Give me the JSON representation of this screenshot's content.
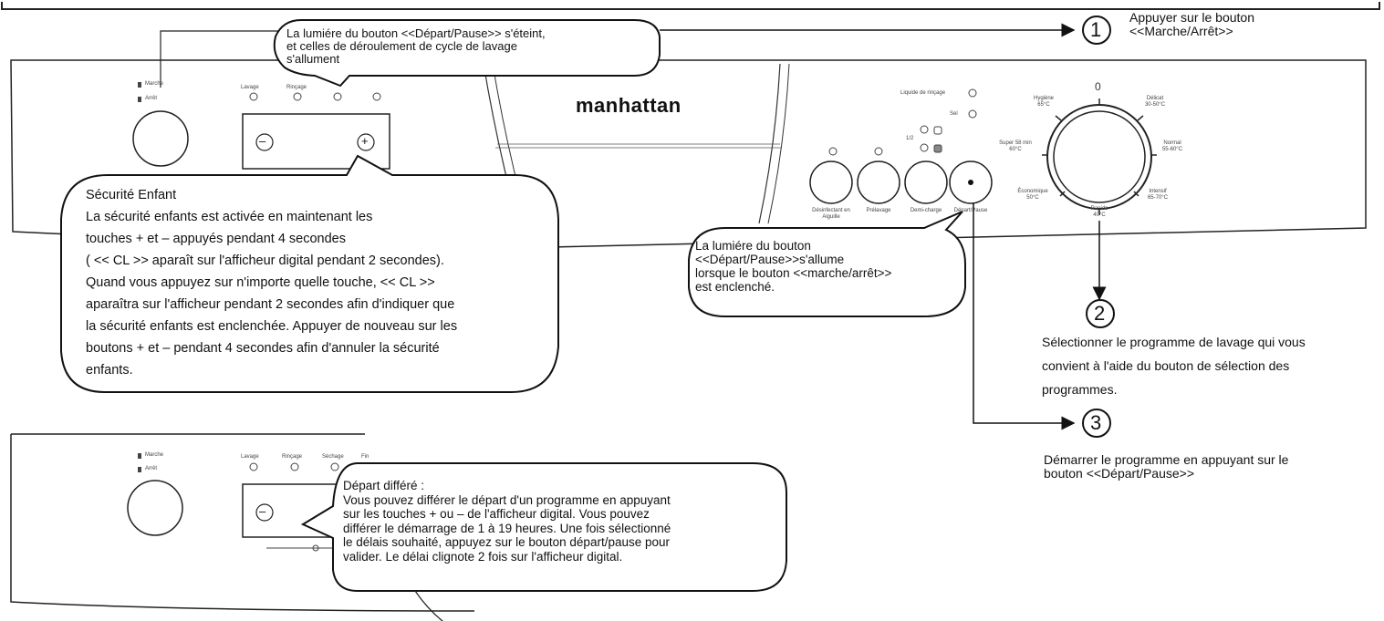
{
  "brand": "manhattan",
  "panel_top": {
    "power_on": "Marche",
    "power_off": "Arrêt",
    "lights": [
      "Lavage",
      "Rinçage",
      "",
      ""
    ],
    "rinse_aid": "Liquide de rinçage",
    "salt": "Sel",
    "half_load": "1/2",
    "buttons": [
      "Désinfectant en Aiguille",
      "Prélavage",
      "Demi-charge",
      "Départ/Pause"
    ],
    "dial_zero": "0",
    "dial_labels": [
      "Hygiène\n65°C",
      "Délicat\n30-50°C",
      "Super 58 min\n60°C",
      "Normal\n55-60°C",
      "Économique\n50°C",
      "Intensif\n65-70°C",
      "Rapide\n40°C"
    ],
    "minus": "–",
    "plus": "+"
  },
  "panel_bottom": {
    "power_on": "Marche",
    "power_off": "Arrêt",
    "lights": [
      "Lavage",
      "Rinçage",
      "Séchage",
      "Fin"
    ],
    "minus": "–"
  },
  "callouts": {
    "top_light": "La lumiére du bouton <<Départ/Pause>> s'éteint,\net celles de déroulement de cycle de lavage\ns'allument",
    "child_lock_title": "Sécurité  Enfant",
    "child_lock_body": "La sécurité  enfants est activée en maintenant les\ntouches + et – appuyés pendant 4 secondes\n( << CL >> aparaît sur l'afficheur digital pendant 2 secondes).\nQuand vous appuyez sur n'importe quelle touche, << CL >>\naparaîtra sur l'afficheur pendant 2 secondes afin d'indiquer que\nla sécurité enfants est enclenchée. Appuyer de nouveau sur les\nboutons + et – pendant 4 secondes afin d'annuler la sécurité\nenfants.",
    "start_light": "La lumiére du bouton\n<<Départ/Pause>>s'allume\nlorsque le bouton <<marche/arrêt>>\nest enclenché.",
    "delay": "Départ différé :\nVous pouvez différer le départ d'un programme en appuyant\nsur les touches + ou – de l'afficheur digital. Vous pouvez\ndifférer le démarrage de 1 à 19 heures. Une fois sélectionné\nle délais souhaité, appuyez sur le bouton départ/pause pour\nvalider. Le délai clignote 2 fois sur l'afficheur digital."
  },
  "steps": [
    {
      "number": "1",
      "text": "Appuyer sur le bouton\n<<Marche/Arrêt>>"
    },
    {
      "number": "2",
      "text": "Sélectionner le programme de lavage qui vous\nconvient à l'aide du bouton de sélection des\nprogrammes."
    },
    {
      "number": "3",
      "text": "Démarrer le programme en appuyant sur le\nbouton <<Départ/Pause>>"
    }
  ]
}
